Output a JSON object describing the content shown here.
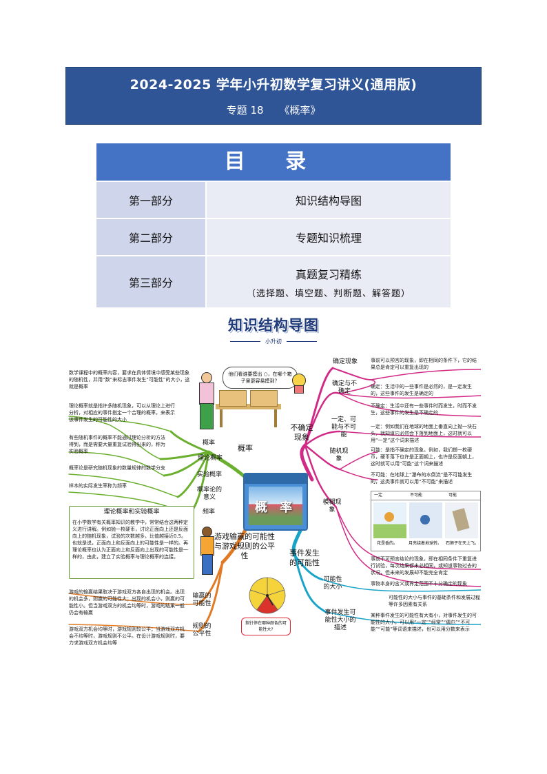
{
  "header": {
    "title": "2024-2025 学年小升初数学复习讲义(通用版)",
    "topic_no": "专题 18",
    "topic_name": "《概率》"
  },
  "toc": {
    "heading": "目  录",
    "rows": [
      {
        "part": "第一部分",
        "content": "知识结构导图",
        "sub": ""
      },
      {
        "part": "第二部分",
        "content": "专题知识梳理",
        "sub": ""
      },
      {
        "part": "第三部分",
        "content": "真题复习精练",
        "sub": "（选择题、填空题、判断题、解答题）"
      }
    ]
  },
  "mindmap": {
    "title": "知识结构导图",
    "subtitle": "小升初",
    "center_label": "概  率",
    "speech": "他们看谁要摸出 ○，在哪个箱子里更容易摸到？",
    "spinner_caption": "指针停在哪种颜色的可能性大?",
    "branches": {
      "gailv": "概率",
      "youxi": "游戏输赢的可能性与游戏规则的公平性",
      "buqueding": "不确定现象",
      "shijian": "事件发生的可能性"
    },
    "left_notes": [
      {
        "label": "概率",
        "text": "数学课程中的概率内容，要求在具体情境中感受某些现象的随机性，并用“数”来标志事件发生“可能性”的大小，这就是概率"
      },
      {
        "label": "理论概率",
        "text": "理论概率就是指许多随机现象，可以从理论上进行分析，对相应的事件指定一个合理的概率，来表示该事件发生的可能性的大小"
      },
      {
        "label": "实验概率",
        "text": "有些随机事件的概率不能通过理论分析的方法得到，而是需要大量重复试验得出来的，称为实验概率"
      },
      {
        "label": "概率论的意义",
        "text": "概率论是研究随机现象的数量规律的数学分支"
      },
      {
        "label": "频率",
        "text": "样本的实际发生率称为频率"
      }
    ],
    "relation_box_title": "理论概率和实验概率",
    "relation_box_text": "在小学数学有关概率知识的教学中，常常结合这两种定义进行讲解。例如抛一枚硬币，讨论正面向上还是反面向上的随机现象，试验的次数越多，比值越接近0.5。也就是说，正面向上和反面向上的可能性是一样的。再理论概率也认为正面向上和反面向上出现的可能性是一样的，由此，建立了实验概率与理论概率的连接。",
    "game_notes": [
      {
        "label": "输赢的可能性",
        "text": "游戏的输赢结果取决于游戏双方各自出现的机会。出现的机会多，则赢的可能性大；出现的机会小，则赢的可能性小。但当游戏双方的机会均等时，游戏的结果一般仍会有输赢"
      },
      {
        "label": "规则的公平性",
        "text": "游戏双方机会均等时，游戏规则较公平；当游戏双方机会不均等时，游戏规则不公平。在设计游戏规则时，要力求游戏双方机会均等"
      }
    ],
    "right_labels": {
      "queding": "确定现象",
      "queding_bu": "确定与不确定",
      "yiding": "一定、可能与不可能",
      "suiji": "随机现象",
      "mohu": "模糊现象",
      "daxiao": "可能性的大小",
      "miaoshu": "事件发生可能性大小的描述"
    },
    "right_notes": [
      "事前可以预言的现象，即在相同的条件下，它的结果总是肯定可以重复出现的",
      "确定：生活中的一些事件是必然的，是一定发生的，这些事件的发生是确定的",
      "不确定：生活中还有一些事件时而发生，时而不发生，这些事件的发生是不确定的",
      "一定：例如我们在地球的地面上垂直向上抛一块石头，就知道它必然会下落到地面上，这时就可以用“一定”这个词来描述",
      "可能：是指不确定的现象。例如，我们掷一枚硬币，硬币落下也许是正面朝上，也许是反面朝上，这时就可以用“可能”这个词来描述",
      "不可能：在地球上“瀑布的水倒流”是不可能发生的，这类事件就可以用“不可能”来描述",
      "事前不可预言结论的现象，即在相同条件下重复进行试验，每次结果都未必相同，或知道事物过去的状况，但未来的发展却不能完全肯定",
      "事物本身的含义或界定范围不十分确定的现象",
      "可能性的大小与事件的基础条件和发展过程等许多因素有关系",
      "某种事件发生的可能性有大有小，对事件发生的可能性的大小，可以用“一定”“经常”“偶尔”“不可能”“可能”等词语来描述，也可以用分数来表示"
    ],
    "strip": {
      "words": [
        "一定",
        "不可能",
        "可能"
      ],
      "captions": [
        "花是香的。",
        "月亮绕着地球转。",
        "石狮子在天上飞。"
      ]
    }
  }
}
